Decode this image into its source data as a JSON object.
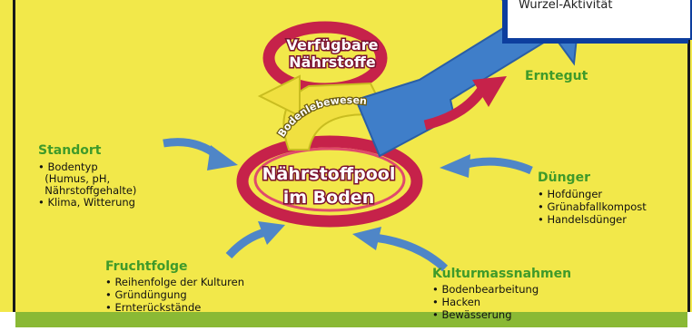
{
  "colors": {
    "background": "#f2e84a",
    "frame": "#1a1a1a",
    "heading_green": "#3f9a2a",
    "ring_red": "#c6224a",
    "arrow_blue": "#4f86c7",
    "arrow_yellow": "#f0e040",
    "arrow_big_blue": "#3f7ec9",
    "ground_green": "#8ab935"
  },
  "center": {
    "available": [
      "Verfügbare",
      "Nährstoffe"
    ],
    "pool": [
      "Nährstoffpool",
      "im Boden"
    ],
    "soil_life": "Bodenlebewesen"
  },
  "note": "Wurzel-Aktivität",
  "harvest": "Erntegut",
  "groups": {
    "standort": {
      "title": "Standort",
      "items": [
        "• Bodentyp",
        "  (Humus, pH,",
        "  Nährstoffgehalte)",
        "• Klima, Witterung"
      ]
    },
    "duenger": {
      "title": "Dünger",
      "items": [
        "• Hofdünger",
        "• Grünabfallkompost",
        "• Handelsdünger"
      ]
    },
    "fruchtfolge": {
      "title": "Fruchtfolge",
      "items": [
        "• Reihenfolge der Kulturen",
        "• Gründüngung",
        "• Ernterückstände"
      ]
    },
    "kultur": {
      "title": "Kulturmassnahmen",
      "items": [
        "• Bodenbearbeitung",
        "• Hacken",
        "• Bewässerung"
      ]
    }
  }
}
